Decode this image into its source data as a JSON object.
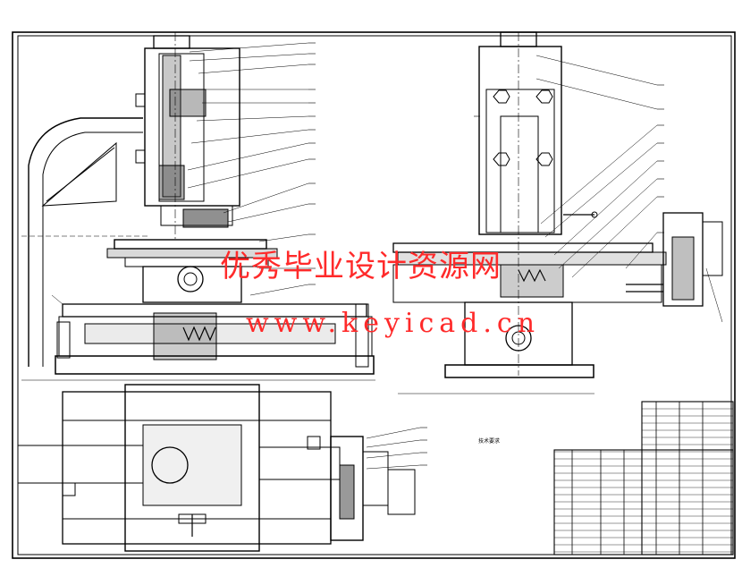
{
  "watermark": {
    "line1": "优秀毕业设计资源网",
    "line2": "www.keyicad.cn",
    "color": "#ff2a2a"
  },
  "notes_title": "技术要求",
  "line_color": "#000000"
}
